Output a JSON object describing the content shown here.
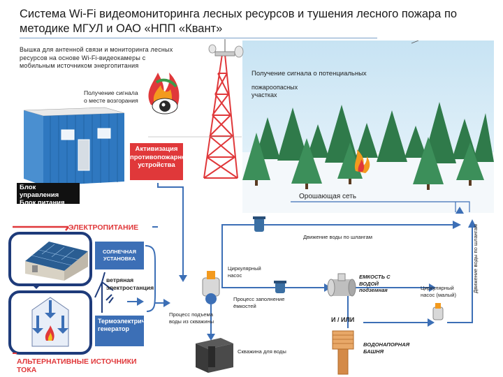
{
  "title": "Система Wi-Fi видеомониторинга лесных ресурсов и тушения лесного пожара по методике МГУЛ и ОАО «НПП «Квант»",
  "labels": {
    "tower_note": "Вышка для антенной связи и мониторинга лесных ресурсов на основе Wi-Fi-видеокамеры с мобильным источником энергопитания",
    "signal_fire": "Получение сигнала о месте возгорания",
    "signal_risk_1": "Получение сигнала о потенциальных",
    "signal_risk_2": "пожароопасных участках",
    "activation": "Активизация противопожарного устройства",
    "control_unit": "Блок управления Блок питания",
    "irrigation": "Орошающая сеть",
    "power": "ЭЛЕКТРОПИТАНИЕ",
    "solar": "СОЛНЕЧНАЯ УСТАНОВКА",
    "wind": "ветряная электростанция",
    "thermo": "Термоэлектрический генератор",
    "alt_sources": "АЛЬТЕРНАТИВНЫЕ ИСТОЧНИКИ ТОКА",
    "water_hoses_top": "Движение воды по шлангам",
    "water_hoses_side": "Движение воды по шлангам",
    "circ_pump": "Циркулярный насос",
    "fill_process": "Процесс заполнение ёмкостей",
    "lift_process": "Процесс подъема воды из скважины",
    "well": "Скважина для воды",
    "tank": "ЕМКОСТЬ С ВОДОЙ подземная",
    "and_or": "И / ИЛИ",
    "small_pump": "Циркулярный насос (малый)",
    "water_tower": "ВОДОНАПОРНАЯ БАШНЯ"
  },
  "colors": {
    "accent_red": "#e0383a",
    "pipe_blue": "#3c6fb6",
    "navy": "#1e3b7a",
    "sky": "#d9ecf7"
  }
}
